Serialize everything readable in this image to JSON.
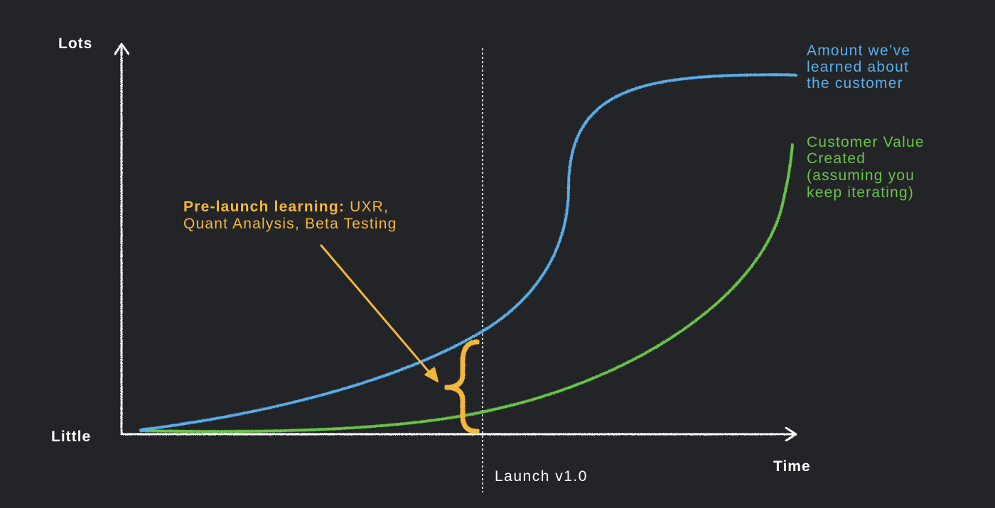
{
  "axes": {
    "y_top_label": "Lots",
    "y_bottom_label": "Little",
    "x_label": "Time"
  },
  "launch": {
    "label": "Launch v1.0"
  },
  "curves": {
    "learning": {
      "label_lines": [
        "Amount we’ve",
        "learned about",
        "the customer"
      ],
      "color": "#5aaee8"
    },
    "value": {
      "label_lines": [
        "Customer Value",
        "Created",
        "(assuming you",
        "keep iterating)"
      ],
      "color": "#6ac34a"
    }
  },
  "annotation": {
    "title": "Pre-launch learning:",
    "title_rest": " UXR,",
    "line2": "Quant Analysis, Beta Testing",
    "color": "#f3b73a"
  },
  "colors": {
    "background": "#232428",
    "axis": "#ffffff"
  }
}
